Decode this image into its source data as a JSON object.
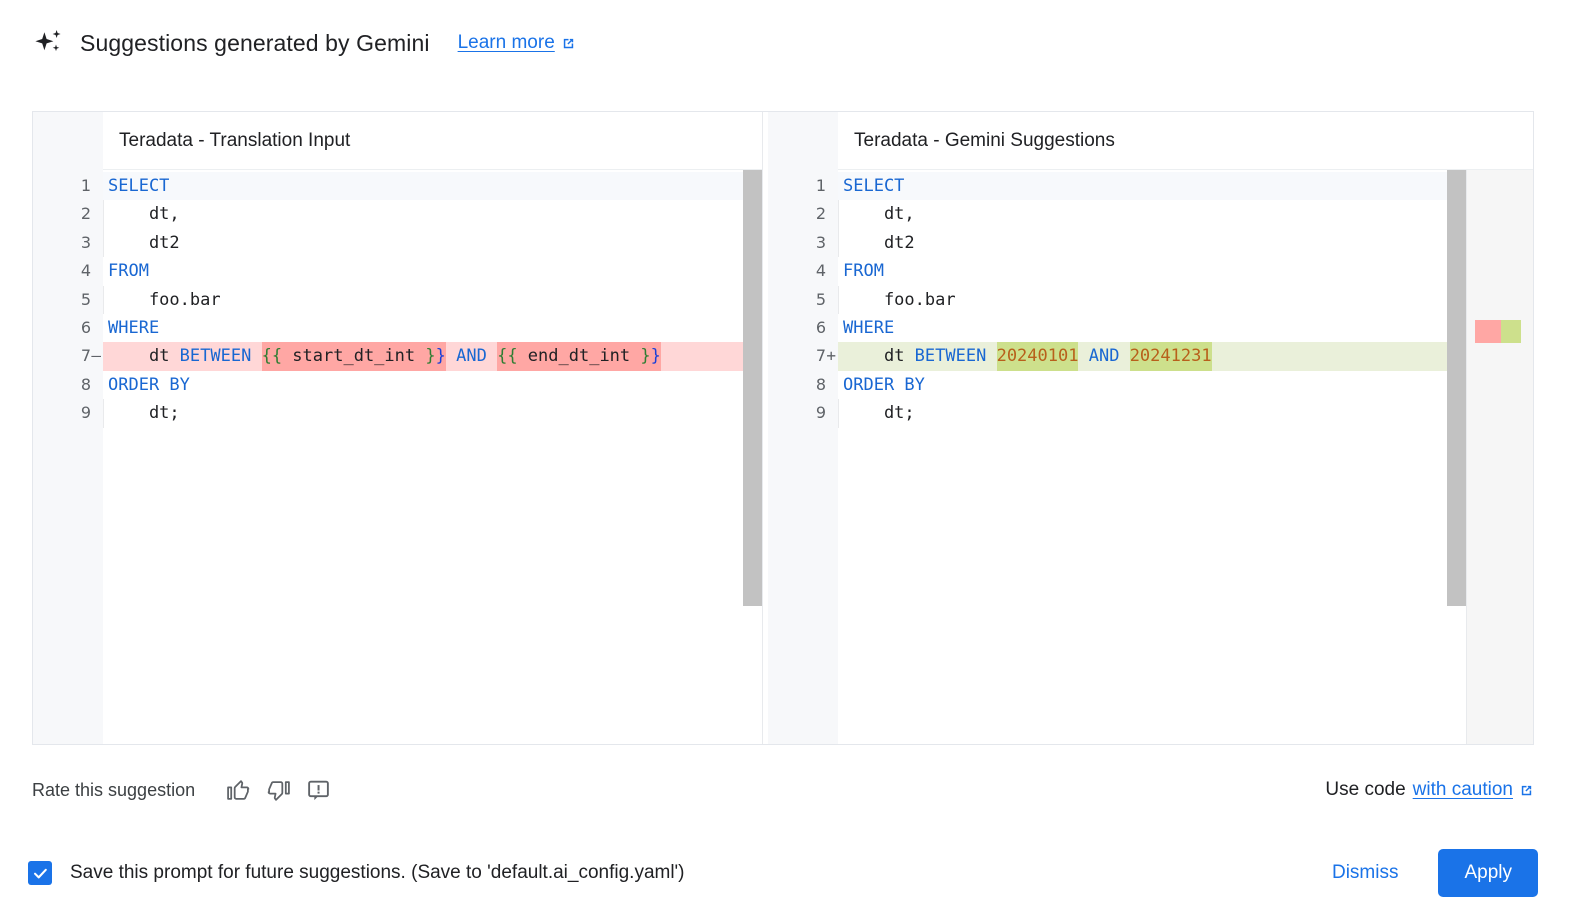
{
  "header": {
    "icon": "gemini-sparkle-icon",
    "title": "Suggestions generated by Gemini",
    "learn_more_label": "Learn more",
    "learn_more_icon": "external-link-icon"
  },
  "editors": {
    "left": {
      "title": "Teradata - Translation Input",
      "lines": [
        {
          "n": "1",
          "sign": "",
          "current": true,
          "indent": false,
          "tokens": [
            {
              "t": "SELECT",
              "c": "kw"
            }
          ]
        },
        {
          "n": "2",
          "sign": "",
          "current": false,
          "indent": true,
          "tokens": [
            {
              "t": "    dt,",
              "c": "plain"
            }
          ]
        },
        {
          "n": "3",
          "sign": "",
          "current": false,
          "indent": true,
          "tokens": [
            {
              "t": "    dt2",
              "c": "plain"
            }
          ]
        },
        {
          "n": "4",
          "sign": "",
          "current": false,
          "indent": false,
          "tokens": [
            {
              "t": "FROM",
              "c": "kw"
            }
          ]
        },
        {
          "n": "5",
          "sign": "",
          "current": false,
          "indent": true,
          "tokens": [
            {
              "t": "    foo.bar",
              "c": "plain"
            }
          ]
        },
        {
          "n": "6",
          "sign": "",
          "current": false,
          "indent": false,
          "tokens": [
            {
              "t": "WHERE",
              "c": "kw"
            }
          ]
        },
        {
          "n": "7",
          "sign": "—",
          "current": false,
          "indent": false,
          "diff": "del",
          "tokens": [
            {
              "t": "    ",
              "c": "plain",
              "bg": "del"
            },
            {
              "t": "dt ",
              "c": "plain",
              "bg": "del"
            },
            {
              "t": "BETWEEN",
              "c": "kw",
              "bg": "del"
            },
            {
              "t": " ",
              "c": "plain",
              "bg": "del"
            },
            {
              "t": "{{",
              "c": "brace",
              "bg": "del-strong"
            },
            {
              "t": " start_dt_int ",
              "c": "plain",
              "bg": "del-strong"
            },
            {
              "t": "}",
              "c": "brace",
              "bg": "del-strong"
            },
            {
              "t": "}",
              "c": "brace-b",
              "bg": "del-strong"
            },
            {
              "t": " ",
              "c": "plain",
              "bg": "del"
            },
            {
              "t": "AND",
              "c": "kw",
              "bg": "del"
            },
            {
              "t": " ",
              "c": "plain",
              "bg": "del"
            },
            {
              "t": "{{",
              "c": "brace",
              "bg": "del-strong"
            },
            {
              "t": " end_dt_int ",
              "c": "plain",
              "bg": "del-strong"
            },
            {
              "t": "}",
              "c": "brace",
              "bg": "del-strong"
            },
            {
              "t": "}",
              "c": "brace-b",
              "bg": "del-strong"
            }
          ]
        },
        {
          "n": "8",
          "sign": "",
          "current": false,
          "indent": false,
          "tokens": [
            {
              "t": "ORDER BY",
              "c": "kw"
            }
          ]
        },
        {
          "n": "9",
          "sign": "",
          "current": false,
          "indent": true,
          "tokens": [
            {
              "t": "    dt;",
              "c": "plain"
            }
          ]
        }
      ]
    },
    "right": {
      "title": "Teradata - Gemini Suggestions",
      "lines": [
        {
          "n": "1",
          "sign": "",
          "current": true,
          "indent": false,
          "tokens": [
            {
              "t": "SELECT",
              "c": "kw"
            }
          ]
        },
        {
          "n": "2",
          "sign": "",
          "current": false,
          "indent": true,
          "tokens": [
            {
              "t": "    dt,",
              "c": "plain"
            }
          ]
        },
        {
          "n": "3",
          "sign": "",
          "current": false,
          "indent": true,
          "tokens": [
            {
              "t": "    dt2",
              "c": "plain"
            }
          ]
        },
        {
          "n": "4",
          "sign": "",
          "current": false,
          "indent": false,
          "tokens": [
            {
              "t": "FROM",
              "c": "kw"
            }
          ]
        },
        {
          "n": "5",
          "sign": "",
          "current": false,
          "indent": true,
          "tokens": [
            {
              "t": "    foo.bar",
              "c": "plain"
            }
          ]
        },
        {
          "n": "6",
          "sign": "",
          "current": false,
          "indent": false,
          "tokens": [
            {
              "t": "WHERE",
              "c": "kw"
            }
          ]
        },
        {
          "n": "7",
          "sign": "+",
          "current": false,
          "indent": false,
          "diff": "add",
          "tokens": [
            {
              "t": "    ",
              "c": "plain",
              "bg": "add"
            },
            {
              "t": "dt ",
              "c": "plain",
              "bg": "add"
            },
            {
              "t": "BETWEEN",
              "c": "kw",
              "bg": "add"
            },
            {
              "t": " ",
              "c": "plain",
              "bg": "add"
            },
            {
              "t": "20240101",
              "c": "num",
              "bg": "add-strong"
            },
            {
              "t": " ",
              "c": "plain",
              "bg": "add"
            },
            {
              "t": "AND",
              "c": "kw",
              "bg": "add"
            },
            {
              "t": " ",
              "c": "plain",
              "bg": "add"
            },
            {
              "t": "20241231",
              "c": "num",
              "bg": "add-strong"
            }
          ]
        },
        {
          "n": "8",
          "sign": "",
          "current": false,
          "indent": false,
          "tokens": [
            {
              "t": "ORDER BY",
              "c": "kw"
            }
          ]
        },
        {
          "n": "9",
          "sign": "",
          "current": false,
          "indent": true,
          "tokens": [
            {
              "t": "    dt;",
              "c": "plain"
            }
          ]
        }
      ]
    }
  },
  "rate": {
    "label": "Rate this suggestion",
    "thumb_up_icon": "thumb-up-icon",
    "thumb_down_icon": "thumb-down-icon",
    "feedback_icon": "report-feedback-icon",
    "use_code_prefix": "Use code",
    "caution_label": "with caution",
    "caution_icon": "external-link-icon"
  },
  "footer": {
    "checkbox_checked": true,
    "save_label": "Save this prompt for future suggestions. (Save to 'default.ai_config.yaml')",
    "dismiss_label": "Dismiss",
    "apply_label": "Apply"
  },
  "colors": {
    "accent": "#1a73e8",
    "diff_delete": "#ffd7d7",
    "diff_delete_strong": "#ffa7a4",
    "diff_add": "#eaf0da",
    "diff_add_strong": "#cde08c",
    "keyword": "#1967d2",
    "number": "#b8601b",
    "text": "#202124"
  }
}
